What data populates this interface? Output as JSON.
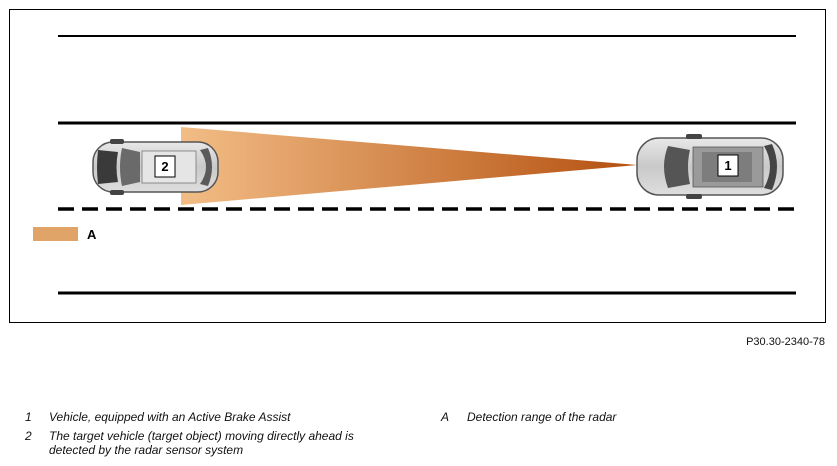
{
  "figure": {
    "id_label": "P30.30-2340-78",
    "vehicle_own_number": "1",
    "vehicle_target_number": "2",
    "range_swatch_key": "A",
    "colors": {
      "radar_start": "#f2bd86",
      "radar_end": "#b4500f",
      "swatch": "#e0a468",
      "lane_line": "#000000"
    }
  },
  "legend": {
    "item1": {
      "key": "1",
      "text": "Vehicle, equipped with an Active Brake Assist"
    },
    "item2": {
      "key": "2",
      "text_line1": "The target vehicle (target object) moving directly ahead is",
      "text_line2": "detected by the radar sensor system"
    },
    "itemA": {
      "key": "A",
      "text": "Detection range of the radar"
    }
  }
}
